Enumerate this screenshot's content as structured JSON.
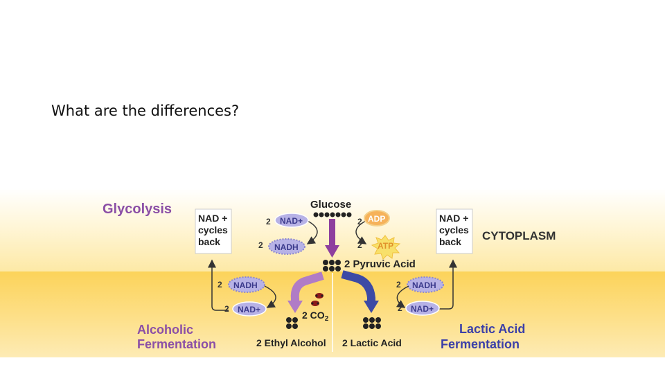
{
  "slide": {
    "question": "What are the differences?"
  },
  "diagram": {
    "glycolysis": "Glycolysis",
    "cytoplasm": "CYTOPLASM",
    "glucose": "Glucose",
    "pyruvic_acid": "2 Pyruvic Acid",
    "adp": "ADP",
    "atp": "ATP",
    "nad_plus": "NAD+",
    "nadh": "NADH",
    "coef_2": "2",
    "recycle_note_left": {
      "line1": "NAD +",
      "line2": "cycles",
      "line3": "back"
    },
    "recycle_note_right": {
      "line1": "NAD +",
      "line2": "cycles",
      "line3": "back"
    },
    "co2": "2 CO",
    "co2_sub": "2",
    "ethyl_alcohol": "2 Ethyl Alcohol",
    "lactic_acid": "2 Lactic Acid",
    "alcoholic_title": {
      "line1": "Alcoholic",
      "line2": "Fermentation"
    },
    "lactic_title": {
      "line1": "Lactic Acid",
      "line2": "Fermentation"
    },
    "colors": {
      "purple_label": "#8b4fa6",
      "blue_label": "#3b3fa8",
      "nad_fill": "#b7b2e6",
      "adp_fill": "#f6b25a",
      "atp_fill": "#f8e06a",
      "arrow_purple": "#8e3f9e",
      "arrow_lilac": "#b07cc6",
      "arrow_blue": "#3c4aa5"
    }
  }
}
